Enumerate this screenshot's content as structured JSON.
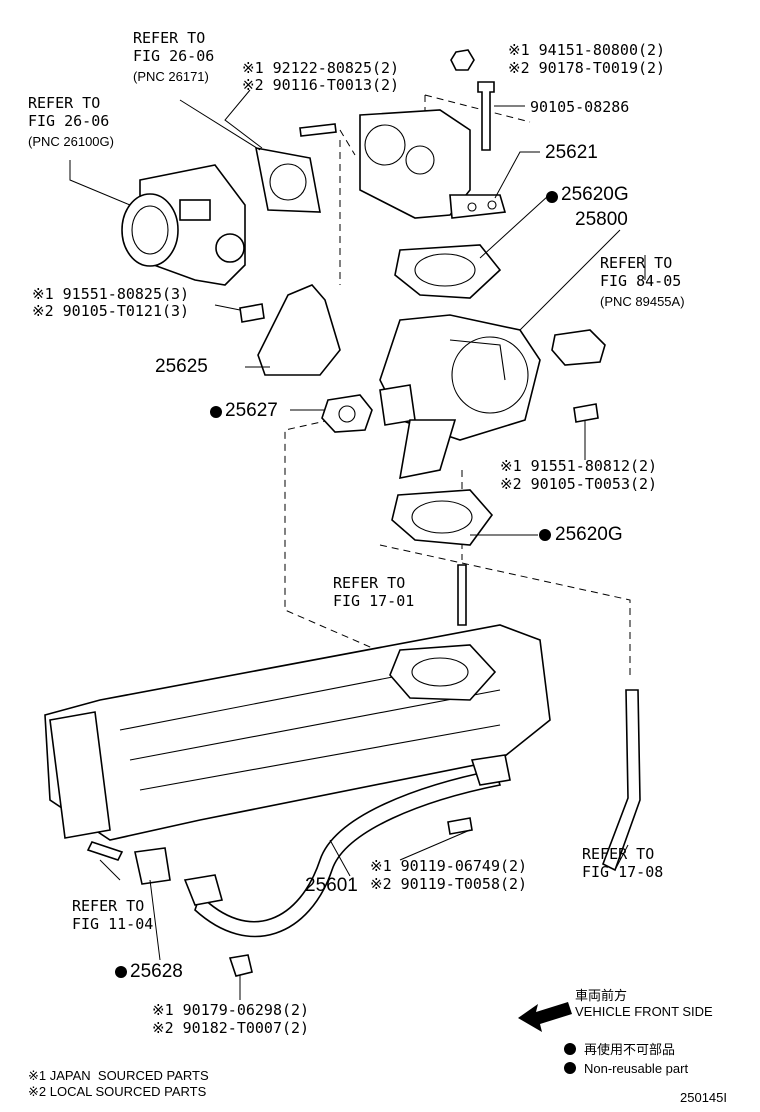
{
  "refs": {
    "throttle_body": [
      "REFER TO",
      "FIG 26-06",
      "(PNC 26100G)"
    ],
    "gasket_top": [
      "REFER TO",
      "FIG 26-06",
      "(PNC 26171)"
    ],
    "sensor": [
      "REFER TO",
      "FIG 84-05",
      "(PNC 89455A)"
    ],
    "manifold": [
      "REFER TO",
      "FIG 17-01"
    ],
    "hose": [
      "REFER TO",
      "FIG 17-08"
    ],
    "engine": [
      "REFER TO",
      "FIG 11-04"
    ]
  },
  "codes": {
    "c192122": "※1 92122-80825(2)",
    "c290116": "※2 90116-T0013(2)",
    "c194151": "※1 94151-80800(2)",
    "c290178": "※2 90178-T0019(2)",
    "c90105": "90105-08286",
    "c191551a": "※1 91551-80825(3)",
    "c290105a": "※2 90105-T0121(3)",
    "c191551b": "※1 91551-80812(2)",
    "c290105b": "※2 90105-T0053(2)",
    "c190119": "※1 90119-06749(2)",
    "c290119": "※2 90119-T0058(2)",
    "c190179": "※1 90179-06298(2)",
    "c290182": "※2 90182-T0007(2)"
  },
  "parts": {
    "p25621": "25621",
    "p25620G_top": "25620G",
    "p25800": "25800",
    "p25625": "25625",
    "p25627": "25627",
    "p25620G_bottom": "25620G",
    "p25601": "25601",
    "p25628": "25628"
  },
  "direction": {
    "jp": "車両前方",
    "en": "VEHICLE FRONT SIDE"
  },
  "legend": {
    "nonreusable_jp": "再使用不可部品",
    "nonreusable_en": "Non-reusable part",
    "note1": "※1 JAPAN  SOURCED PARTS",
    "note2": "※2 LOCAL SOURCED PARTS"
  },
  "figure_id": "250145I"
}
